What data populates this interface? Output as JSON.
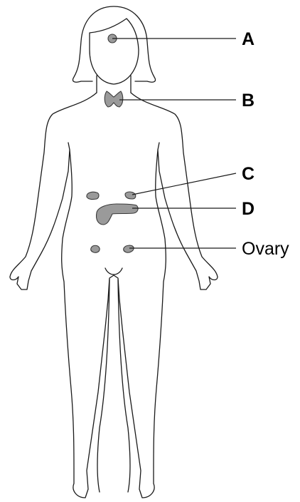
{
  "diagram": {
    "labels": {
      "a": "A",
      "b": "B",
      "c": "C",
      "d": "D",
      "ovary": "Ovary"
    },
    "colors": {
      "gland_fill": "#9a9a9a",
      "outline": "#1a1a1a",
      "background": "#ffffff"
    }
  }
}
